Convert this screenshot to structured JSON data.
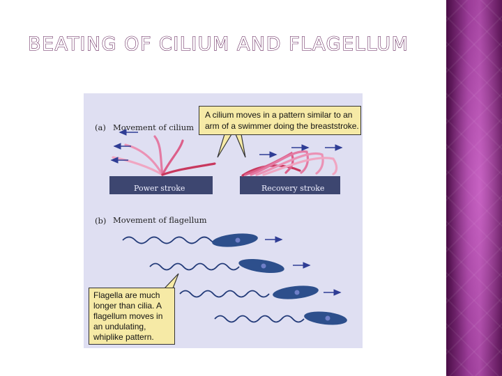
{
  "slide": {
    "title": "BEATING OF CILIUM AND FLAGELLUM"
  },
  "figure": {
    "part_a": {
      "letter": "(a)",
      "heading": "Movement of cilium",
      "callout_lines": [
        "A cilium moves in a pattern similar to an",
        "arm of a swimmer doing the breaststroke."
      ],
      "power_stroke_label": "Power stroke",
      "recovery_stroke_label": "Recovery stroke"
    },
    "part_b": {
      "letter": "(b)",
      "heading": "Movement of flagellum",
      "callout_lines": [
        "Flagella are much",
        "longer than cilia. A",
        "flagellum moves in",
        "an undulating,",
        "whiplike pattern."
      ]
    }
  },
  "colors": {
    "panel_background": "#dfdff2",
    "cilium_pink": "#e47aa3",
    "cilium_red": "#c8385e",
    "surface": "#3d4670",
    "arrow_blue": "#2f3d95",
    "cell_body": "#2d4f8c",
    "callout_fill": "#f6eaa6",
    "accent_purple": "#9b3c98"
  },
  "icons": [
    "cilium-icon",
    "flagellum-icon",
    "direction-arrow-icon",
    "cell-body-icon"
  ]
}
